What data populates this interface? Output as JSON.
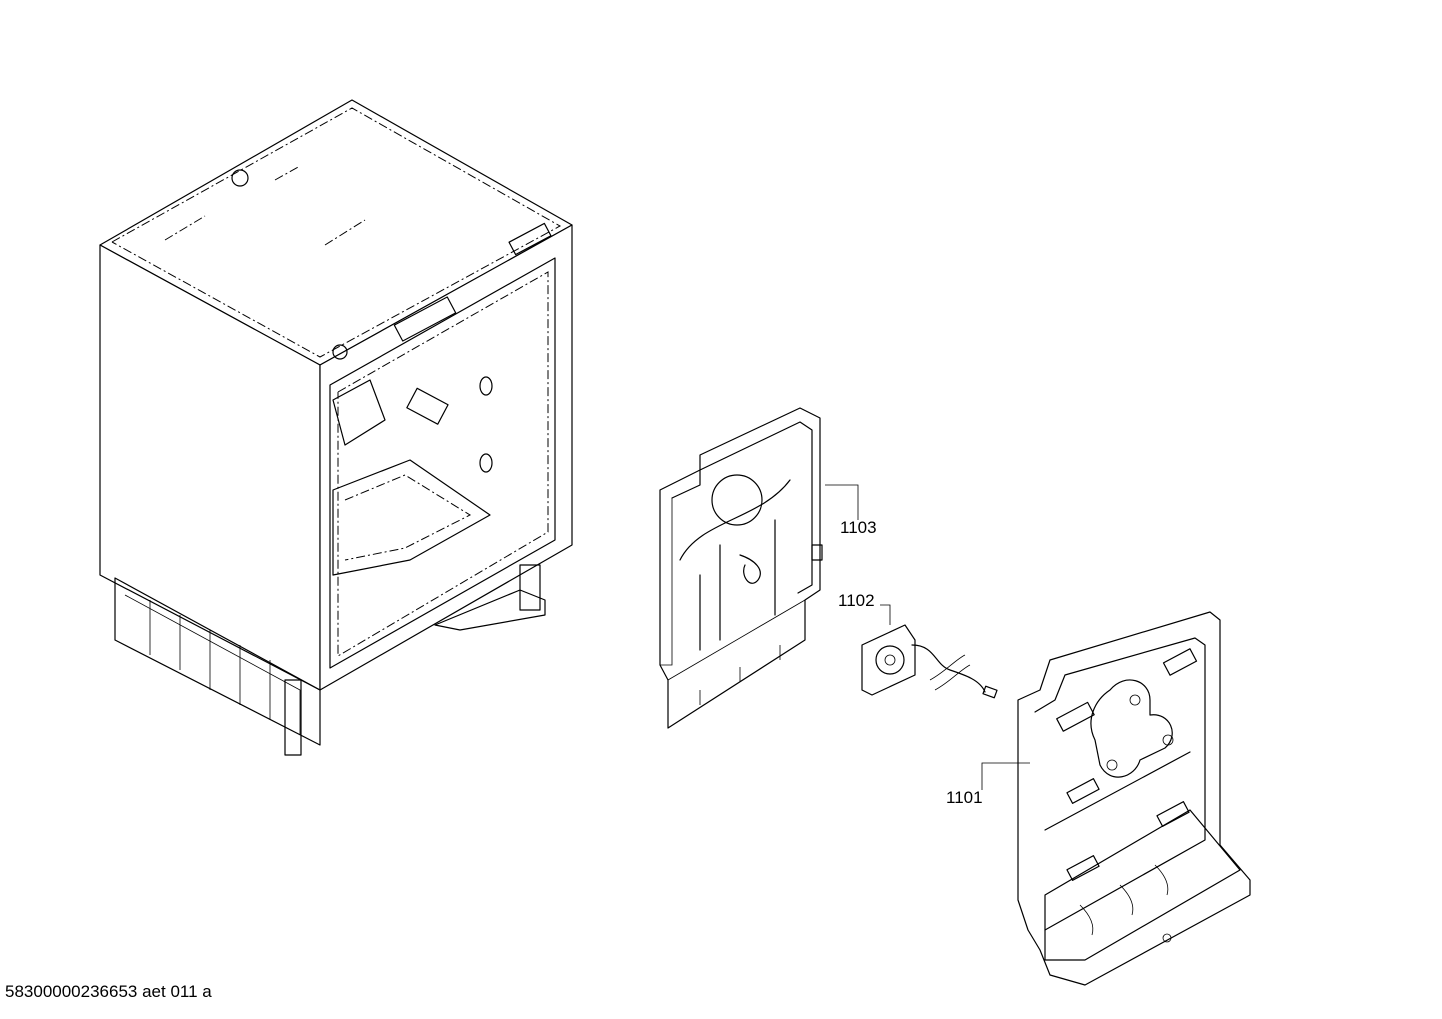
{
  "drawing": {
    "document_reference": "58300000236653 aet 011 a",
    "callouts": [
      {
        "id": "rear-panel",
        "label": "1103"
      },
      {
        "id": "fan-motor",
        "label": "1102"
      },
      {
        "id": "cover-panel",
        "label": "1101"
      }
    ]
  }
}
